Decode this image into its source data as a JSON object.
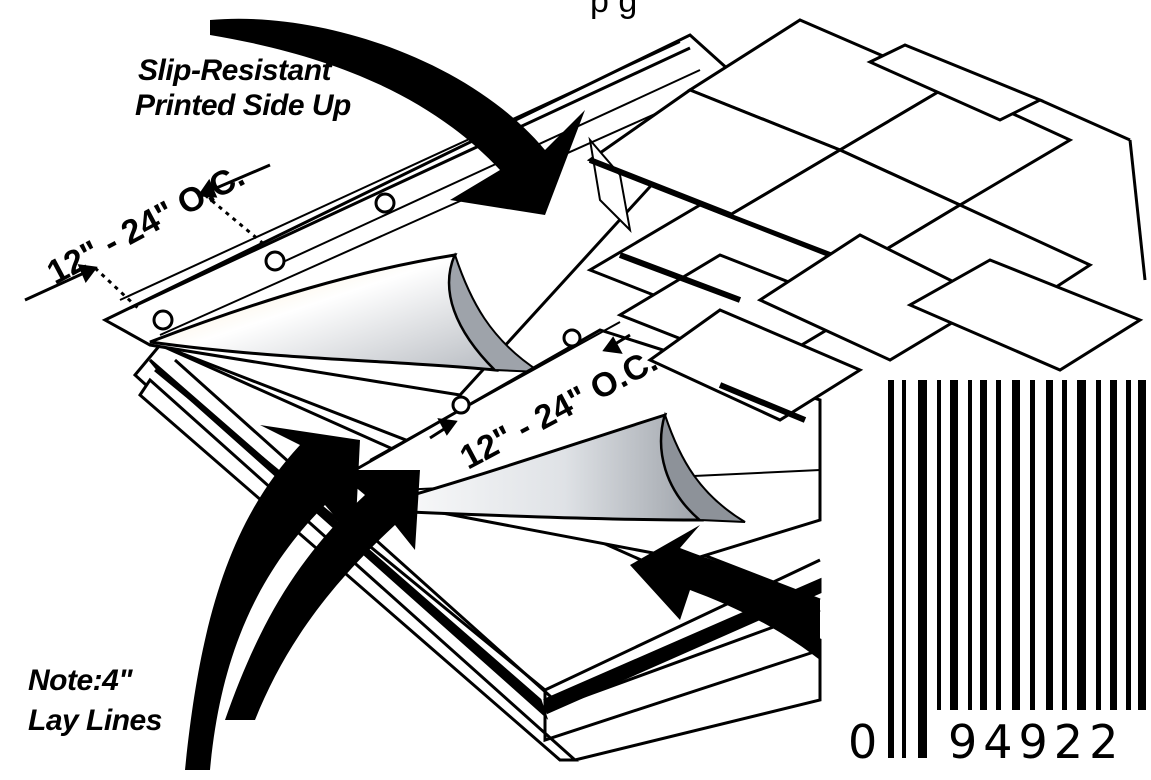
{
  "header": {
    "visible_fragment": "p             g"
  },
  "callouts": {
    "slip_line1": "Slip-Resistant",
    "slip_line2": "Printed Side Up",
    "note_line1": "Note:4\"",
    "note_line2": "Lay Lines"
  },
  "dimensions": {
    "spacing_upper": "12\" - 24\" O.C.",
    "spacing_lower": "12\" - 24\" O.C."
  },
  "barcode": {
    "left_digit": "0",
    "right_digits": "94922",
    "bar_color": "#000000"
  },
  "colors": {
    "ink": "#000000",
    "paper": "#ffffff",
    "release_liner_tint": "#f3e2b8",
    "liner_shadow": "#b8bcc2"
  }
}
